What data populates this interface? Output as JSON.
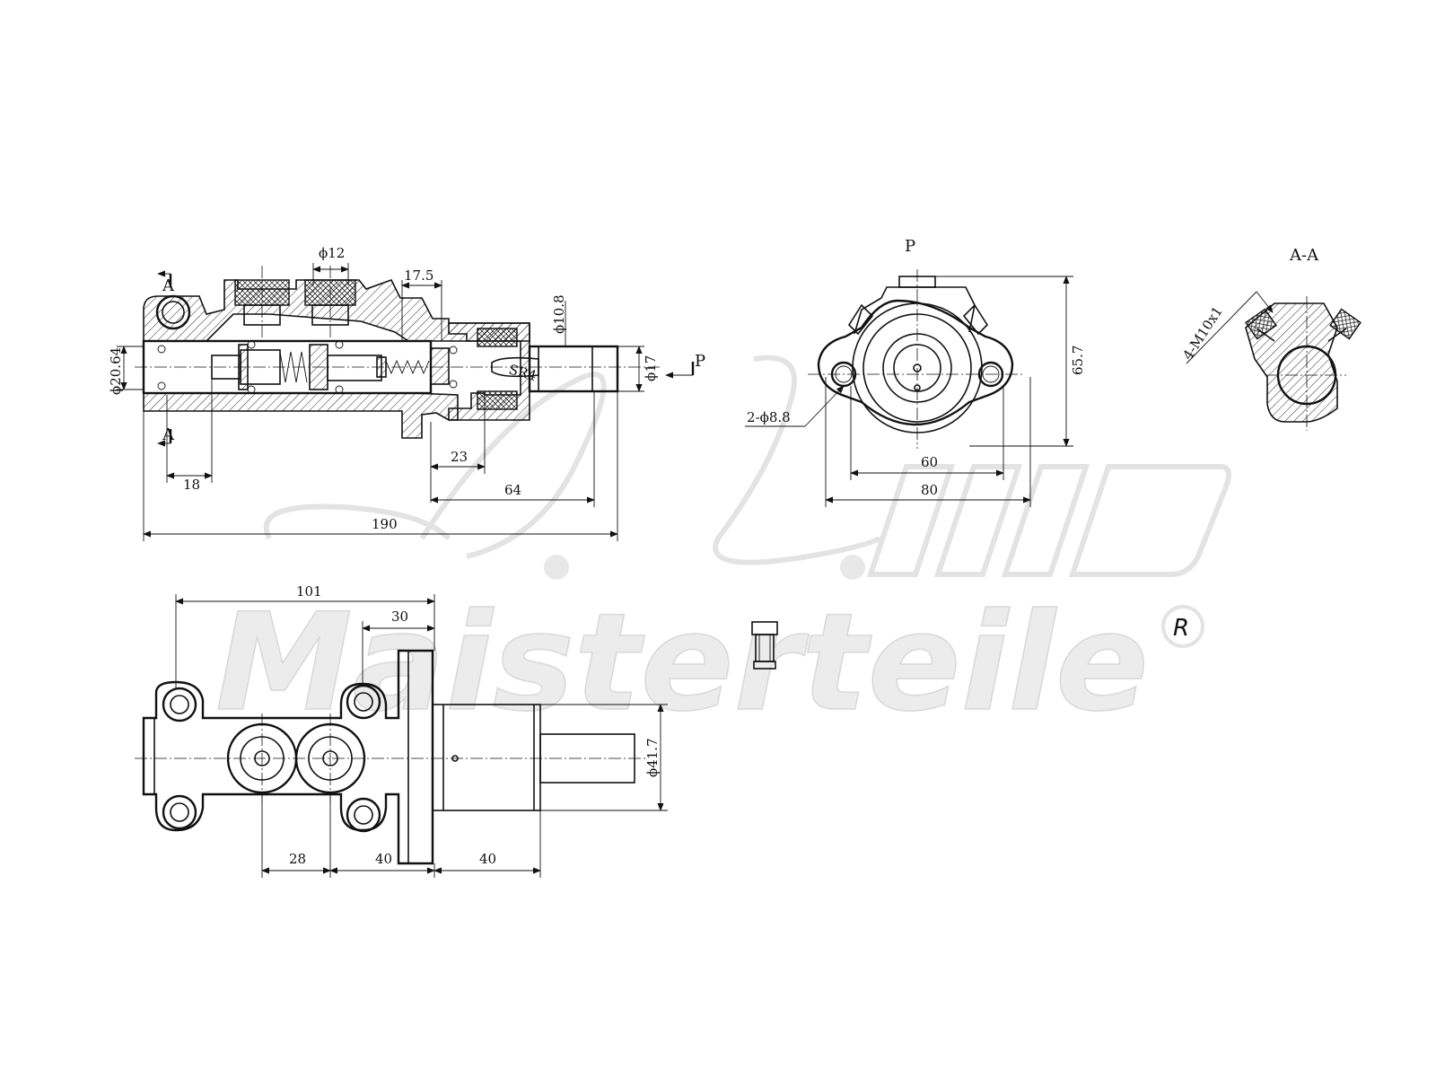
{
  "watermark": {
    "line1": "A.L.",
    "line2": "Maisterteile",
    "mark": "R"
  },
  "section_view": {
    "section_mark": "A",
    "view_mark": "P",
    "dims": {
      "phi12": "ϕ12",
      "d17_5": "17.5",
      "phi10_8": "ϕ10.8",
      "phi20_64": "ϕ20.64",
      "phi17": "ϕ17",
      "sr4": "SR4",
      "d18": "18",
      "d23": "23",
      "d64": "64",
      "d190": "190"
    }
  },
  "end_view": {
    "title": "P",
    "dims": {
      "holes": "2-ϕ8.8",
      "d65_7": "65.7",
      "d60": "60",
      "d80": "80"
    }
  },
  "detail_view": {
    "title": "A-A",
    "dims": {
      "thread": "4-M10x1"
    }
  },
  "top_view": {
    "dims": {
      "d101": "101",
      "d30": "30",
      "phi41_7": "ϕ41.7",
      "d28": "28",
      "d40a": "40",
      "d40b": "40"
    }
  }
}
